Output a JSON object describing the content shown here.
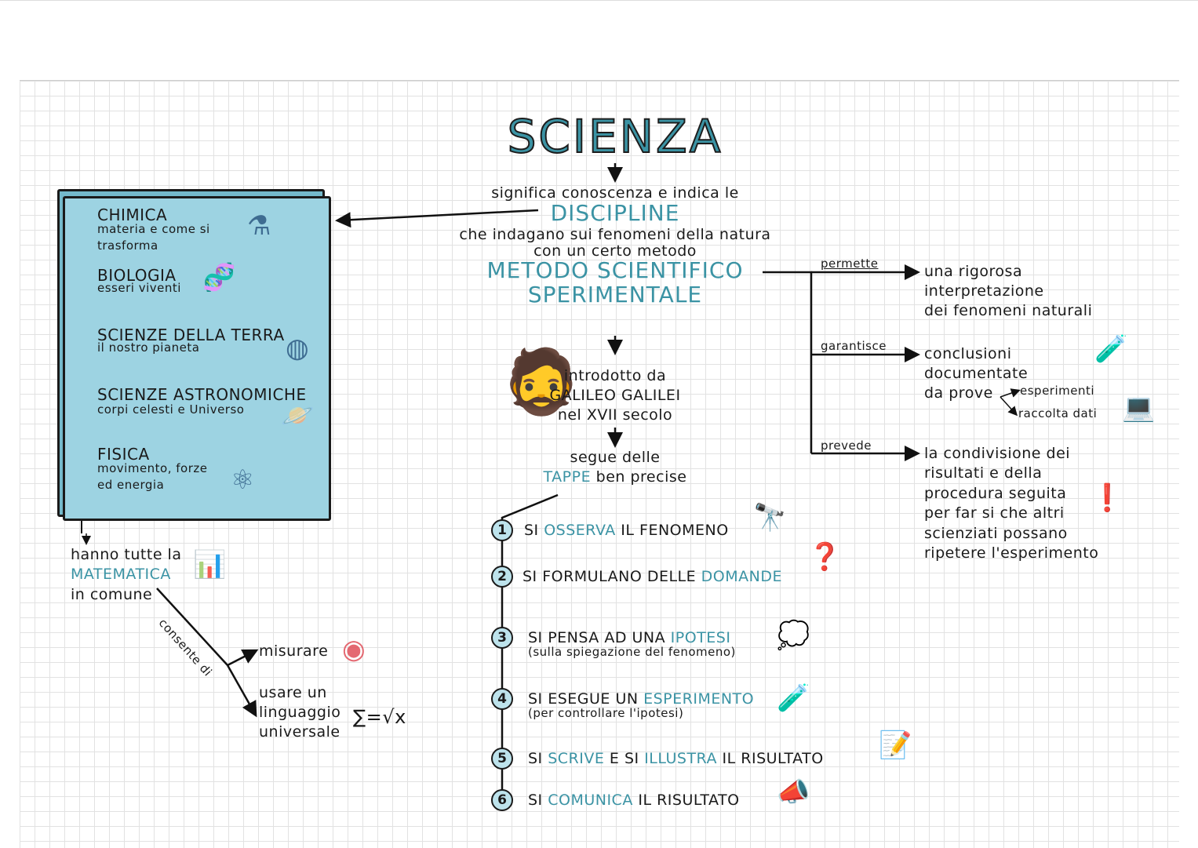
{
  "title": "SCIENZA",
  "center": {
    "line1": "significa conoscenza e indica le",
    "discipline": "DISCIPLINE",
    "line2": "che indagano sui fenomeni della natura",
    "line3": "con un certo metodo",
    "metodo1": "METODO SCIENTIFICO",
    "metodo2": "SPERIMENTALE",
    "intro1": "introdotto da",
    "intro2": "GALILEO GALILEI",
    "intro3": "nel XVII secolo",
    "segue": "segue delle",
    "tappe": "TAPPE",
    "ben": " ben precise"
  },
  "disciplines": [
    {
      "name": "CHIMICA",
      "desc1": "materia e come si",
      "desc2": "trasforma",
      "icon": "flask-icon"
    },
    {
      "name": "BIOLOGIA",
      "desc1": "esseri viventi",
      "icon": "dna-icon"
    },
    {
      "name": "SCIENZE DELLA TERRA",
      "desc1": "il nostro pianeta",
      "icon": "globe-icon"
    },
    {
      "name": "SCIENZE ASTRONOMICHE",
      "desc1": "corpi celesti e Universo",
      "icon": "planet-icon"
    },
    {
      "name": "FISICA",
      "desc1": "movimento, forze",
      "desc2": "ed energia",
      "icon": "atom-icon"
    }
  ],
  "math": {
    "l1": "hanno tutte la",
    "l2": "MATEMATICA",
    "l3": "in comune",
    "consente": "consente di",
    "misurare": "misurare",
    "u1": "usare un",
    "u2": "linguaggio",
    "u3": "universale",
    "formula": "∑=√x"
  },
  "branches": [
    {
      "label": "permette",
      "lines": [
        "una rigorosa",
        "interpretazione",
        "dei fenomeni naturali"
      ]
    },
    {
      "label": "garantisce",
      "lines": [
        "conclusioni",
        "documentate",
        "da prove"
      ],
      "sub": [
        "esperimenti",
        "raccolta dati"
      ]
    },
    {
      "label": "prevede",
      "lines": [
        "la condivisione dei",
        "risultati e della",
        "procedura seguita",
        "per far si che altri",
        "scienziati possano",
        "ripetere l'esperimento"
      ]
    }
  ],
  "steps": [
    {
      "n": "1",
      "a": "SI ",
      "b": "OSSERVA",
      "c": " IL FENOMENO"
    },
    {
      "n": "2",
      "a": "SI FORMULANO DELLE ",
      "b": "DOMANDE",
      "c": ""
    },
    {
      "n": "3",
      "a": "SI PENSA AD UNA ",
      "b": "IPOTESI",
      "c": "",
      "note": "(sulla spiegazione del fenomeno)"
    },
    {
      "n": "4",
      "a": "SI ESEGUE UN ",
      "b": "ESPERIMENTO",
      "c": "",
      "note": "(per controllare l'ipotesi)"
    },
    {
      "n": "5",
      "a": "SI ",
      "b": "SCRIVE",
      "c": " E SI ",
      "d": "ILLUSTRA",
      "e": " IL RISULTATO"
    },
    {
      "n": "6",
      "a": "SI ",
      "b": "COMUNICA",
      "c": " IL RISULTATO"
    }
  ]
}
